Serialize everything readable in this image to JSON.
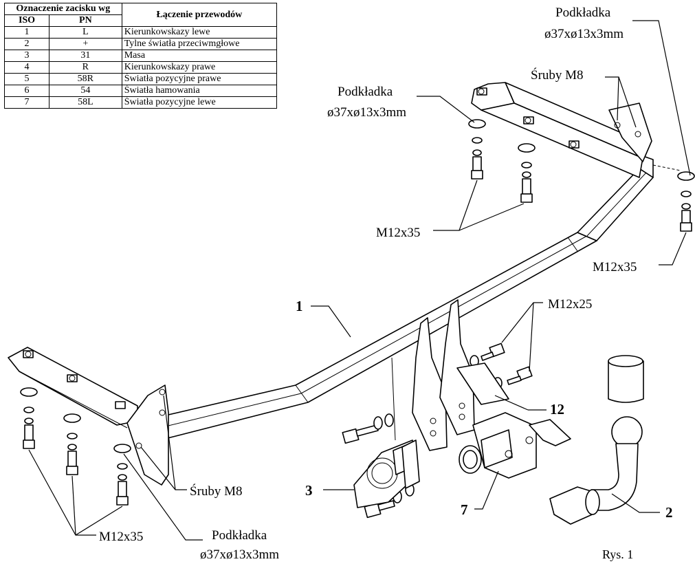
{
  "table": {
    "header_designation": "Oznaczenie zacisku wg",
    "header_connection": "Łączenie przewodów",
    "col_iso": "ISO",
    "col_pn": "PN",
    "rows": [
      {
        "iso": "1",
        "pn": "L",
        "desc": "Kierunkowskazy lewe"
      },
      {
        "iso": "2",
        "pn": "+",
        "desc": "Tylne światła przeciwmgłowe"
      },
      {
        "iso": "3",
        "pn": "31",
        "desc": "Masa"
      },
      {
        "iso": "4",
        "pn": "R",
        "desc": "Kierunkowskazy prawe"
      },
      {
        "iso": "5",
        "pn": "58R",
        "desc": "Światła pozycyjne prawe"
      },
      {
        "iso": "6",
        "pn": "54",
        "desc": "Światła hamowania"
      },
      {
        "iso": "7",
        "pn": "58L",
        "desc": "Światła pozycyjne lewe"
      }
    ]
  },
  "labels": {
    "washer_top_right_1": "Podkładka",
    "washer_top_right_2": "ø37xø13x3mm",
    "washer_top_mid_1": "Podkładka",
    "washer_top_mid_2": "ø37xø13x3mm",
    "screws_m8_top": "Śruby M8",
    "bolts_m12x35_top": "M12x35",
    "bolts_m12x35_right": "M12x35",
    "bolts_m12x25": "M12x25",
    "screws_m8_bottom": "Śruby M8",
    "bolts_m12x35_bottom": "M12x35",
    "washer_bottom_1": "Podkładka",
    "washer_bottom_2": "ø37xø13x3mm",
    "part_1": "1",
    "part_2": "2",
    "part_3": "3",
    "part_7": "7",
    "part_12": "12",
    "figure_caption": "Rys. 1"
  }
}
